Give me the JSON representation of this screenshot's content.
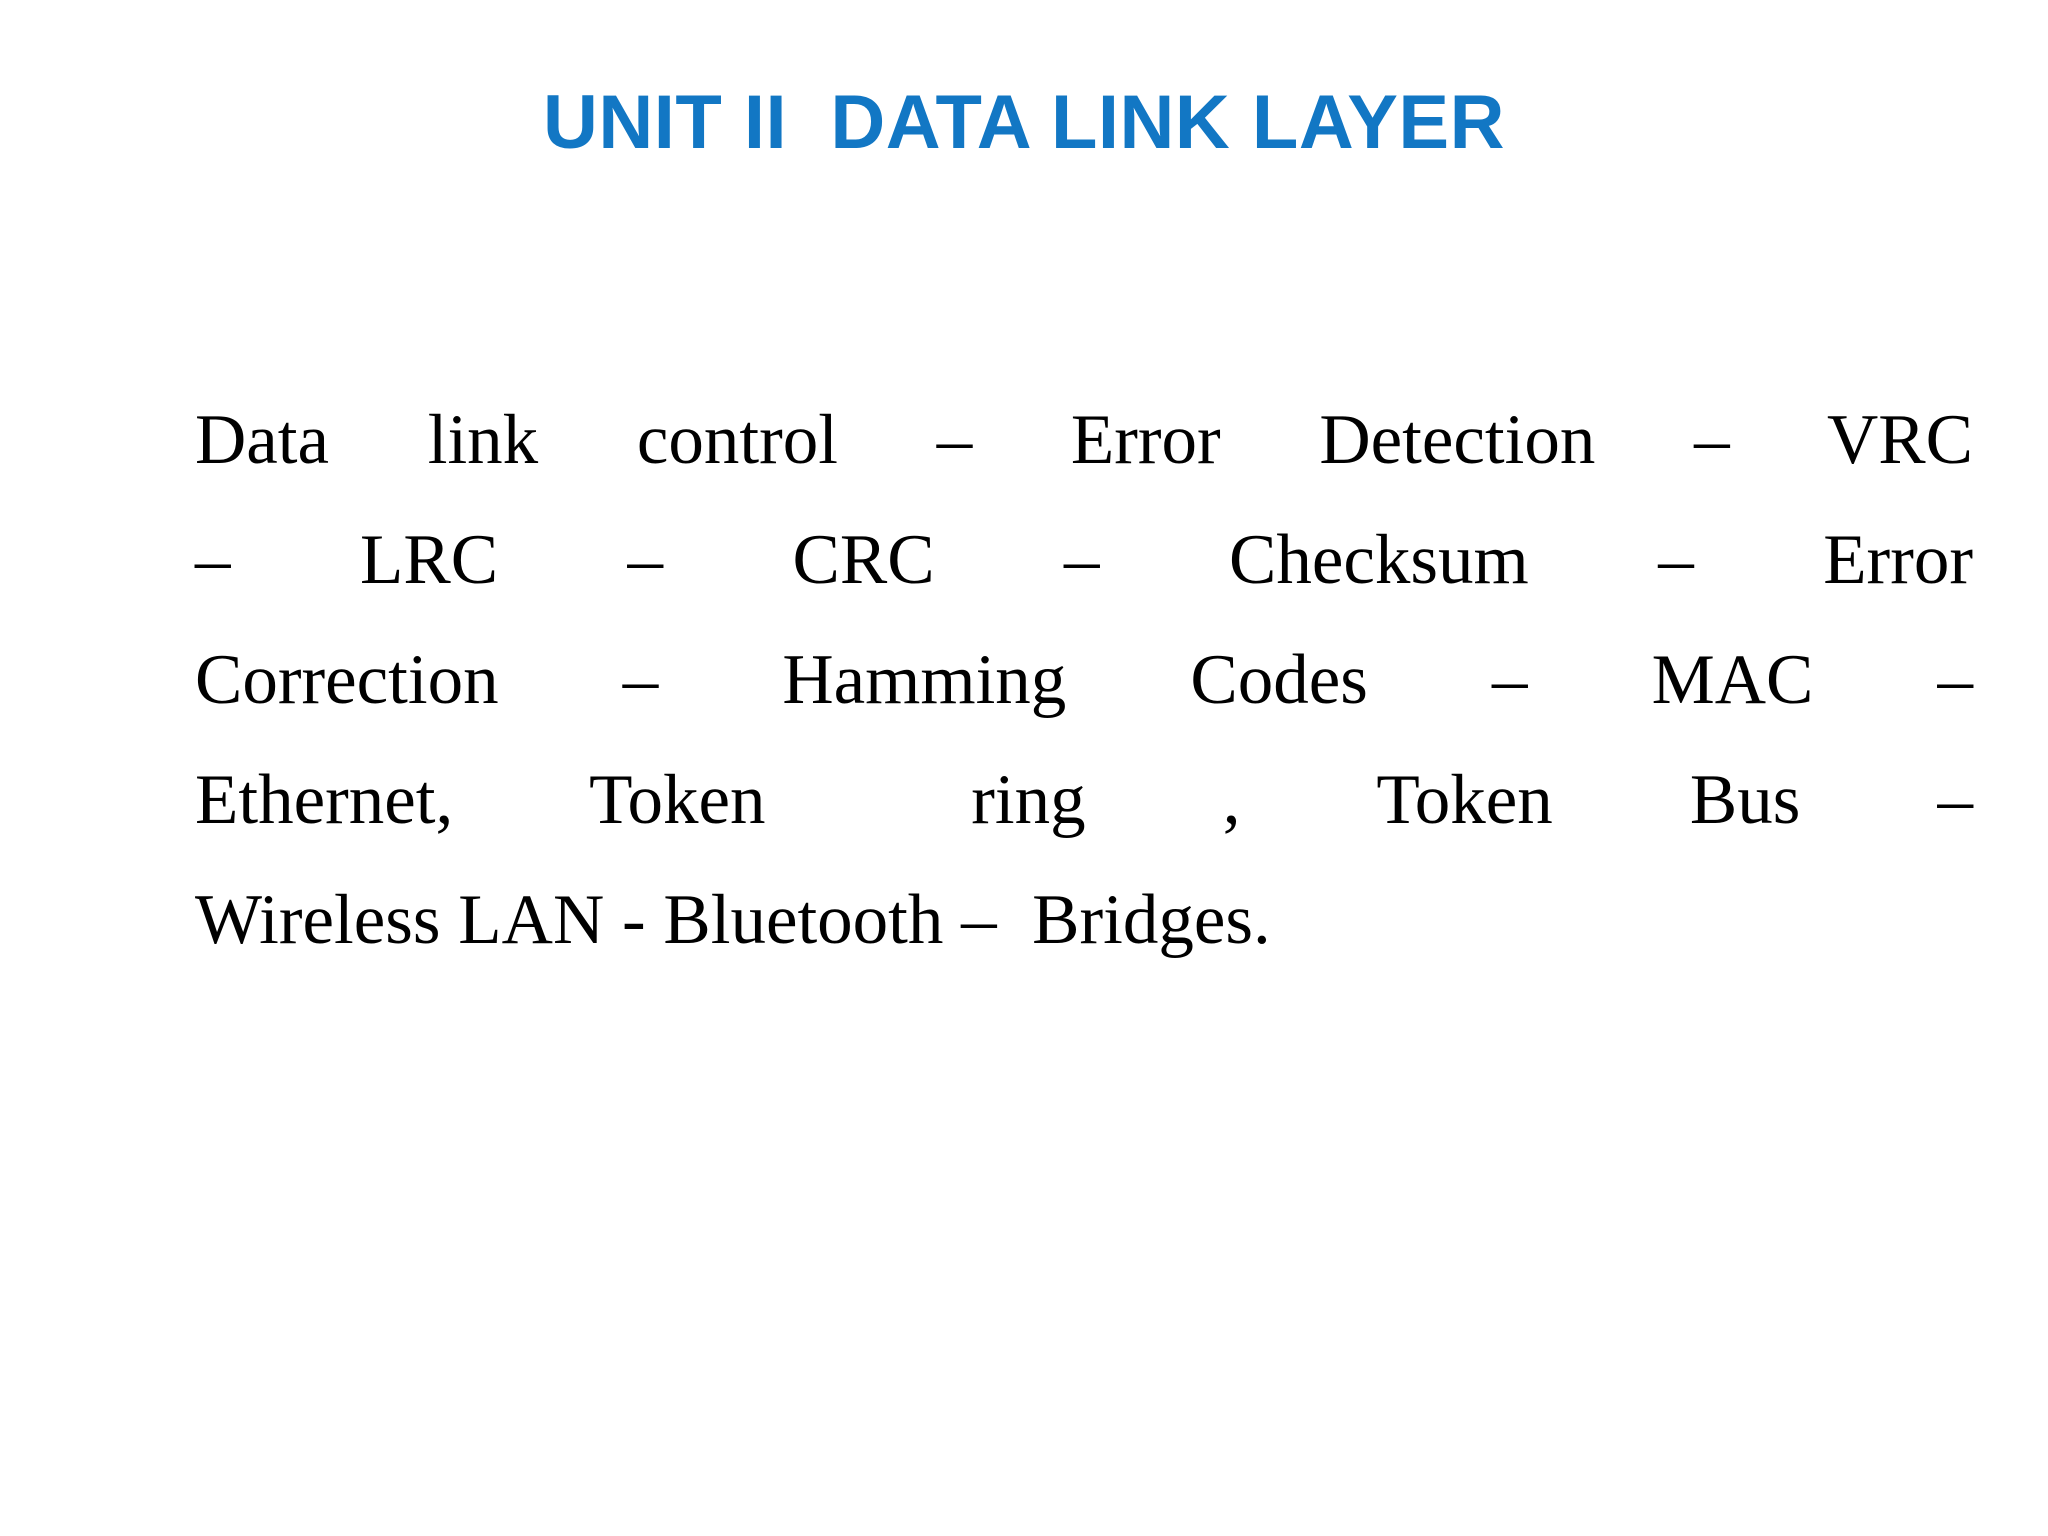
{
  "slide": {
    "background_color": "#ffffff",
    "title": {
      "text": "UNIT II  DATA LINK LAYER",
      "color": "#1277c4"
    },
    "body": {
      "full_text": "Data link control – Error Detection – VRC – LRC – CRC – Checksum – Error Correction – Hamming Codes – MAC – Ethernet, Token ring , Token Bus – Wireless LAN - Bluetooth –  Bridges.",
      "color": "#000000",
      "alignment": "justify",
      "lines": [
        "Data link control – Error Detection – VRC",
        "–  LRC  –  CRC  –  Checksum  –  Error",
        "Correction  –  Hamming  Codes  –  MAC  –",
        "Ethernet,  Token   ring  ,  Token  Bus  –",
        "Wireless LAN - Bluetooth –  Bridges."
      ],
      "topics": [
        "Data link control",
        "Error Detection",
        "VRC",
        "LRC",
        "CRC",
        "Checksum",
        "Error Correction",
        "Hamming Codes",
        "MAC",
        "Ethernet",
        "Token ring",
        "Token Bus",
        "Wireless LAN",
        "Bluetooth",
        "Bridges"
      ]
    }
  }
}
